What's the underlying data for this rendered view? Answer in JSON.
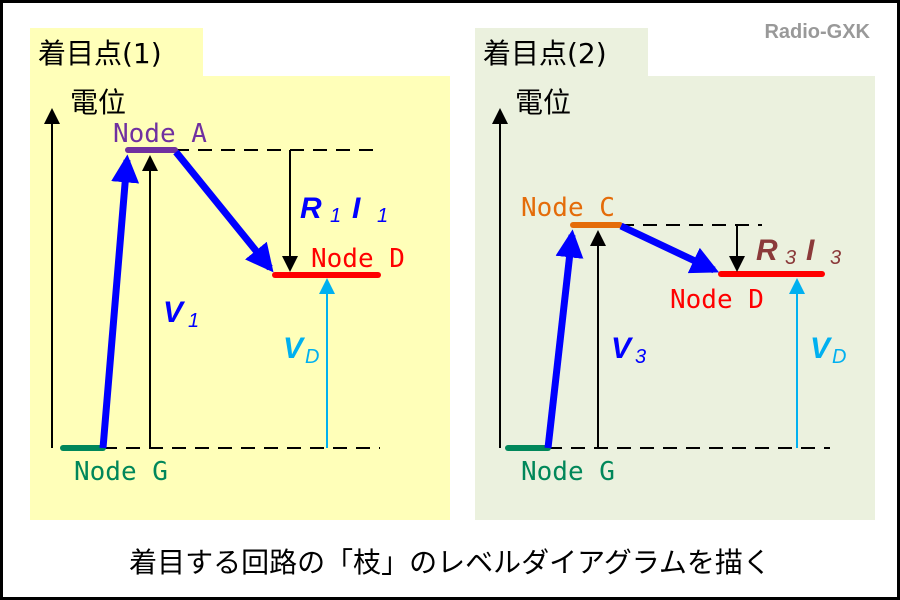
{
  "watermark": "Radio-GXK",
  "caption": "着目する回路の「枝」のレベルダイアグラムを描く",
  "colors": {
    "panel1": "#FFFFB9",
    "panel2": "#EBF1DE",
    "blue": "#0000FF",
    "cyan": "#00B0F0",
    "nodeA": "#7030A0",
    "nodeC": "#E46C0A",
    "nodeD": "#FF0000",
    "nodeG": "#00875A",
    "r3i3": "#8B3A3A"
  },
  "panel1": {
    "tab": "着目点(1)",
    "axis": "電位",
    "node_a": "Node A",
    "node_d": "Node D",
    "node_g": "Node G",
    "r": "R",
    "r_sub": "1",
    "i": "I",
    "i_sub": "1",
    "v": "V",
    "v_sub": "1",
    "vd": "V",
    "vd_sub": "D"
  },
  "panel2": {
    "tab": "着目点(2)",
    "axis": "電位",
    "node_c": "Node C",
    "node_d": "Node D",
    "node_g": "Node G",
    "r": "R",
    "r_sub": "3",
    "i": "I",
    "i_sub": "3",
    "v": "V",
    "v_sub": "3",
    "vd": "V",
    "vd_sub": "D"
  }
}
